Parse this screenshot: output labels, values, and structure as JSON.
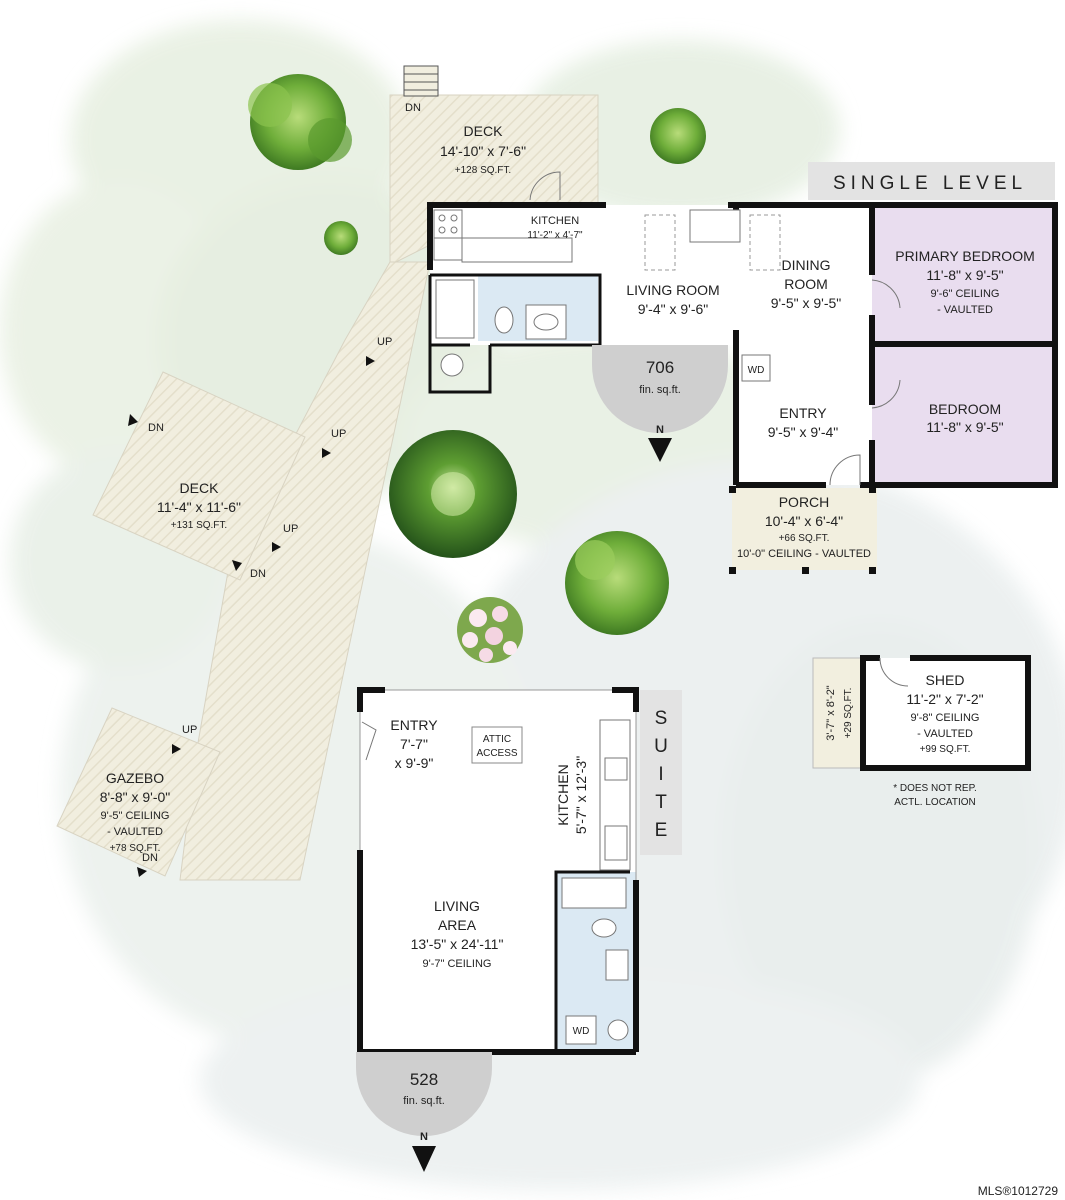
{
  "banners": {
    "single_level": "SINGLE LEVEL",
    "suite": "SUITE"
  },
  "rooms": {
    "deck_top": {
      "name": "DECK",
      "dims": "14'-10\" x 7'-6\"",
      "area": "+128 SQ.FT."
    },
    "kitchen_main": {
      "name": "KITCHEN",
      "dims": "11'-2\" x 4'-7\""
    },
    "living_room": {
      "name": "LIVING ROOM",
      "dims": "9'-4\" x 9'-6\""
    },
    "dining_room": {
      "name1": "DINING",
      "name2": "ROOM",
      "dims": "9'-5\" x 9'-5\""
    },
    "primary_bedroom": {
      "name": "PRIMARY BEDROOM",
      "dims": "11'-8\" x 9'-5\"",
      "ceiling": "9'-6\" CEILING",
      "vaulted": "- VAULTED"
    },
    "bedroom": {
      "name": "BEDROOM",
      "dims": "11'-8\" x 9'-5\""
    },
    "entry_main": {
      "name": "ENTRY",
      "dims": "9'-5\" x 9'-4\""
    },
    "porch": {
      "name": "PORCH",
      "dims": "10'-4\" x 6'-4\"",
      "area": "+66 SQ.FT.",
      "ceiling": "10'-0\" CEILING - VAULTED"
    },
    "deck_mid": {
      "name": "DECK",
      "dims": "11'-4\" x 11'-6\"",
      "area": "+131 SQ.FT."
    },
    "gazebo": {
      "name": "GAZEBO",
      "dims": "8'-8\" x 9'-0\"",
      "ceiling": "9'-5\" CEILING",
      "vaulted": "- VAULTED",
      "area": "+78 SQ.FT."
    },
    "shed": {
      "name": "SHED",
      "dims": "11'-2\" x 7'-2\"",
      "ceiling": "9'-8\" CEILING",
      "vaulted": "- VAULTED",
      "area": "+99 SQ.FT."
    },
    "shed_side": {
      "dims": "3'-7\" x 8'-2\"",
      "area": "+29 SQ.FT."
    },
    "suite_entry": {
      "name": "ENTRY",
      "dims1": "7'-7\"",
      "dims2": "x 9'-9\""
    },
    "attic": {
      "line1": "ATTIC",
      "line2": "ACCESS"
    },
    "suite_kitchen": {
      "name": "KITCHEN",
      "dims": "5'-7\" x 12'-3\""
    },
    "living_area": {
      "name1": "LIVING",
      "name2": "AREA",
      "dims": "13'-5\" x 24'-11\"",
      "ceiling": "9'-7\" CEILING"
    }
  },
  "appliances": {
    "washer_dryer": "WD"
  },
  "stairs": {
    "up": "UP",
    "dn": "DN"
  },
  "badges": [
    {
      "value": "706",
      "unit": "fin. sq.ft.",
      "north": "N"
    },
    {
      "value": "528",
      "unit": "fin. sq.ft.",
      "north": "N"
    }
  ],
  "notes": {
    "line1": "* DOES NOT REP.",
    "line2": "ACTL. LOCATION"
  },
  "footer": {
    "mls": "MLS®1012729"
  },
  "colors": {
    "bedroom_fill": "#e9ddef",
    "bath_fill": "#dbe9f3",
    "porch_fill": "#f2efdf",
    "deck_fill": "#f1eedf",
    "badge_fill": "#cfcfcf",
    "banner_fill": "#e3e3e3",
    "tree_green": "#6fae3a"
  },
  "icons": [
    "tree-icon",
    "flower-bush-icon",
    "north-arrow-icon",
    "toilet-icon",
    "sink-icon",
    "bathtub-icon",
    "stove-icon",
    "door-swing-icon"
  ]
}
